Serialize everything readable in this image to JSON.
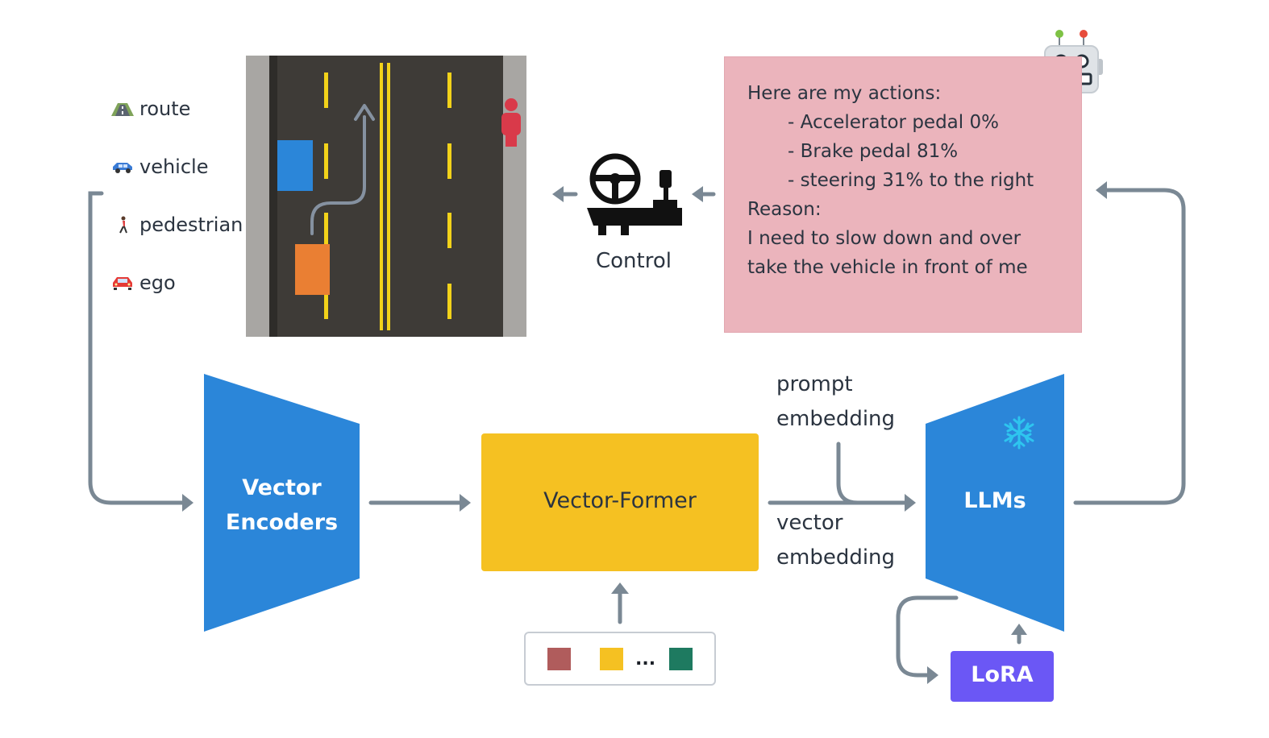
{
  "legend": {
    "route": "route",
    "vehicle": "vehicle",
    "pedestrian": "pedestrian",
    "ego": "ego"
  },
  "control": {
    "label": "Control"
  },
  "actions": {
    "header": "Here are my actions:",
    "items": [
      "- Accelerator pedal 0%",
      "- Brake pedal 81%",
      "- steering 31% to the right"
    ],
    "reason_label": "Reason:",
    "reason_lines": [
      "I need to slow down and over",
      "take the vehicle in front of me"
    ]
  },
  "blocks": {
    "vector_encoders": [
      "Vector",
      "Encoders"
    ],
    "vector_former": "Vector-Former",
    "llms": "LLMs",
    "lora": "LoRA"
  },
  "labels": {
    "prompt_embedding": [
      "prompt",
      "embedding"
    ],
    "vector_embedding": [
      "vector",
      "embedding"
    ],
    "token_ellipsis": "..."
  },
  "colors": {
    "encoder_blue": "#2b86d9",
    "former_yellow": "#f5c122",
    "lora_purple": "#6b57f5",
    "action_pink": "#ebb4bc",
    "arrow_gray": "#7a8894",
    "road": "#3e3b37",
    "vehicle_blue": "#2b86d9",
    "ego_orange": "#ea7f33",
    "pedestrian_red": "#d93a4a",
    "token_red": "#b05c5c",
    "token_yellow": "#f5c122",
    "token_green": "#1e7a60"
  },
  "icons": {
    "frozen": "snowflake-icon",
    "robot": "robot-icon",
    "control": "steering-wheel-icon"
  }
}
